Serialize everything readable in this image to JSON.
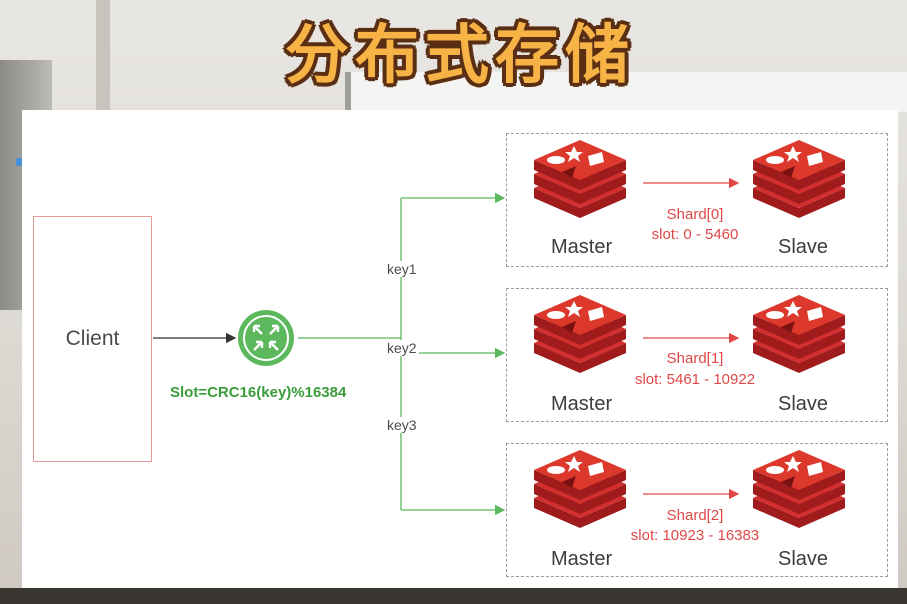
{
  "title": "分布式存储",
  "client": {
    "label": "Client"
  },
  "router": {
    "formula": "Slot=CRC16(key)%16384"
  },
  "keys": [
    "key1",
    "key2",
    "key3"
  ],
  "shards": [
    {
      "name": "Shard[0]",
      "slot": "slot: 0 - 5460",
      "master": "Master",
      "slave": "Slave"
    },
    {
      "name": "Shard[1]",
      "slot": "slot: 5461 - 10922",
      "master": "Master",
      "slave": "Slave"
    },
    {
      "name": "Shard[2]",
      "slot": "slot: 10923 - 16383",
      "master": "Master",
      "slave": "Slave"
    }
  ],
  "colors": {
    "title_fill": "#f7b346",
    "title_outline": "#5a2e12",
    "client_border": "#e79a9a",
    "router_green": "#3a9c3a",
    "route_line": "#5cb85c",
    "shard_text": "#e04848",
    "redis_red": "#d32f2f",
    "redis_dark": "#a01c1c"
  },
  "icons": {
    "router": "router-icon",
    "redis": "redis-icon"
  }
}
